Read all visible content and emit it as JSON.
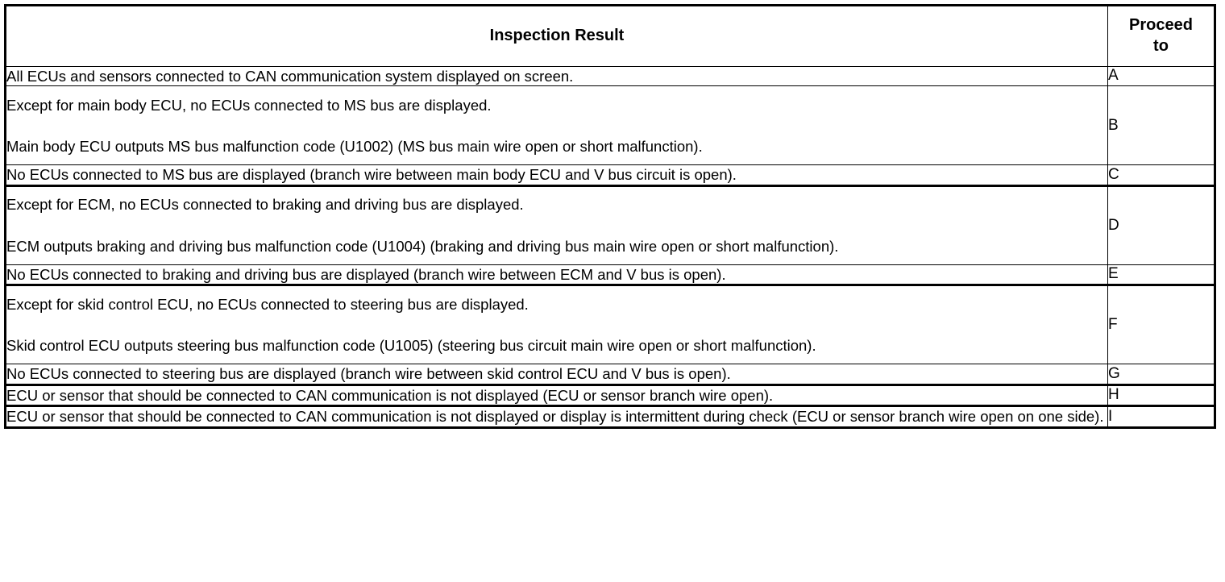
{
  "table": {
    "headers": {
      "result": "Inspection Result",
      "proceed": "Proceed\nto",
      "proceed_line1": "Proceed",
      "proceed_line2": "to"
    },
    "rows": [
      {
        "id": "row-a",
        "paragraphs": [
          "All ECUs and sensors connected to CAN communication system displayed on screen."
        ],
        "proceed": "A"
      },
      {
        "id": "row-b",
        "paragraphs": [
          "Except for main body ECU, no ECUs connected to MS bus are displayed.",
          "Main body ECU outputs MS bus malfunction code (U1002) (MS bus main wire open or short malfunction)."
        ],
        "proceed": "B"
      },
      {
        "id": "row-c",
        "paragraphs": [
          "No ECUs connected to MS bus are displayed (branch wire between main body ECU and V bus circuit is open)."
        ],
        "proceed": "C"
      },
      {
        "id": "row-d",
        "paragraphs": [
          "Except for ECM, no ECUs connected to braking and driving bus are displayed.",
          "ECM outputs braking and driving bus malfunction code (U1004) (braking and driving bus main wire open or short malfunction)."
        ],
        "proceed": "D"
      },
      {
        "id": "row-e",
        "paragraphs": [
          "No ECUs connected to braking and driving bus are displayed (branch wire between ECM and V bus is open)."
        ],
        "proceed": "E"
      },
      {
        "id": "row-f",
        "paragraphs": [
          "Except for skid control ECU, no ECUs connected to steering bus are displayed.",
          "Skid control ECU outputs steering bus malfunction code (U1005) (steering bus circuit main wire open or short malfunction)."
        ],
        "proceed": "F"
      },
      {
        "id": "row-g",
        "paragraphs": [
          "No ECUs connected to steering bus are displayed (branch wire between skid control ECU and V bus is open)."
        ],
        "proceed": "G"
      },
      {
        "id": "row-h",
        "paragraphs": [
          "ECU or sensor that should be connected to CAN communication is not displayed (ECU or sensor branch wire open)."
        ],
        "proceed": "H"
      },
      {
        "id": "row-i",
        "paragraphs": [
          "ECU or sensor that should be connected to CAN communication is not displayed or display is intermittent during check (ECU or sensor branch wire open on one side)."
        ],
        "proceed": "I"
      }
    ]
  },
  "colors": {
    "text": "#000000",
    "background": "#ffffff",
    "border": "#000000"
  }
}
